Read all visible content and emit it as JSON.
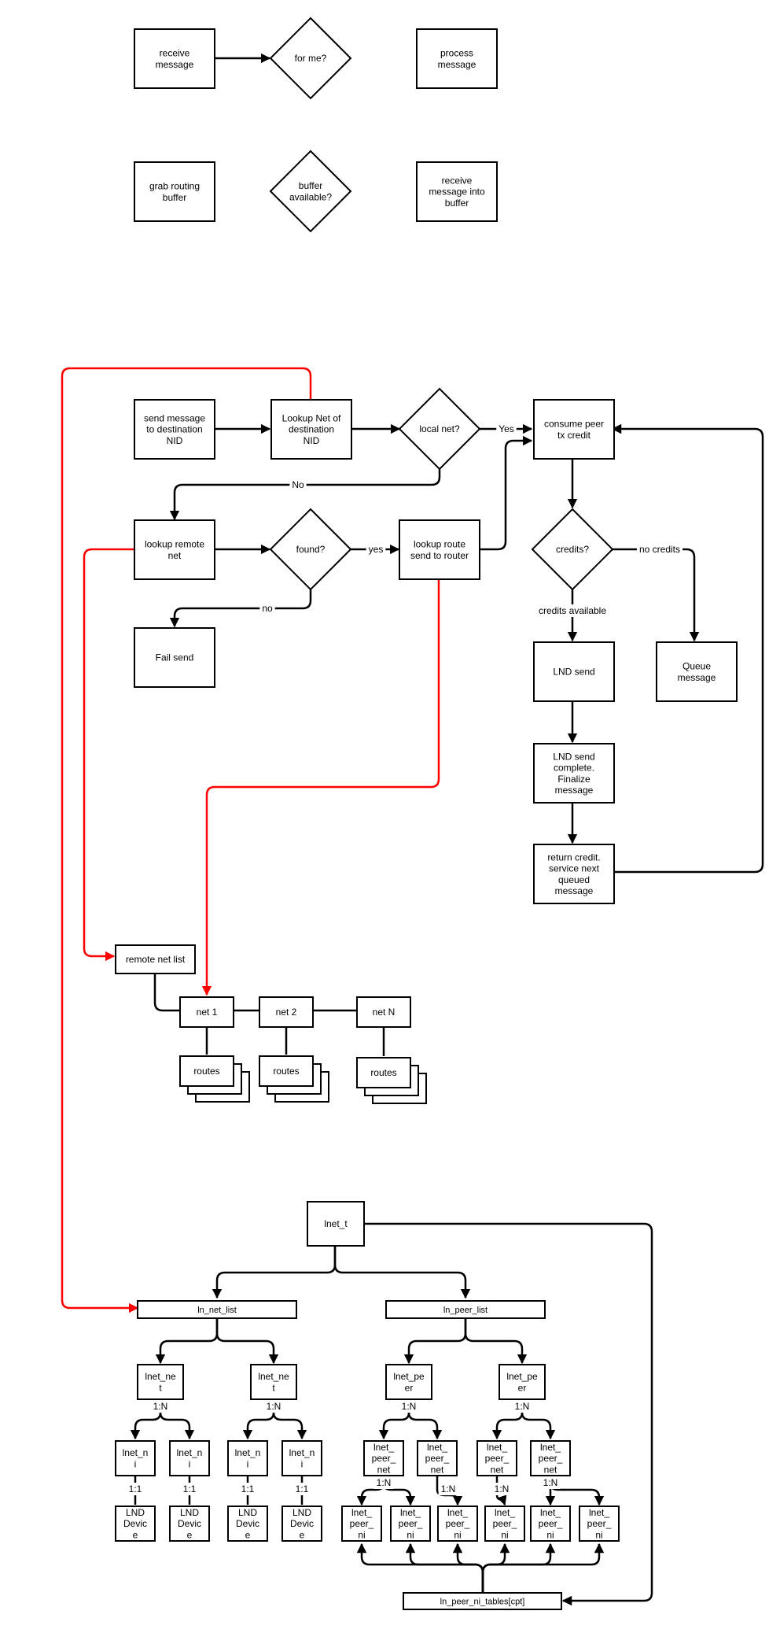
{
  "nodes": {
    "receive_message": "receive\nmessage",
    "for_me": "for me?",
    "process_message": "process\nmessage",
    "grab_routing_buffer": "grab routing\nbuffer",
    "buffer_available": "buffer\navailable?",
    "receive_into_buffer": "receive\nmessage into\nbuffer",
    "send_message": "send message\nto destination\nNID",
    "lookup_net": "Lookup Net of\ndestination\nNID",
    "local_net": "local net?",
    "consume_credit": "consume peer\ntx credit",
    "lookup_remote": "lookup remote\nnet",
    "found": "found?",
    "lookup_route": "lookup route\nsend to router",
    "credits": "credits?",
    "fail_send": "Fail send",
    "lnd_send": "LND send",
    "queue_message": "Queue\nmessage",
    "lnd_send_complete": "LND send\ncomplete.\nFinalize\nmessage",
    "return_credit": "return credit.\nservice next\nqueued\nmessage",
    "remote_net_list": "remote net list",
    "net1": "net 1",
    "net2": "net 2",
    "netN": "net N",
    "routes": "routes",
    "lnet_t": "lnet_t",
    "ln_net_list": "ln_net_list",
    "ln_peer_list": "ln_peer_list",
    "lnet_net": "lnet_ne\nt",
    "lnet_ni": "lnet_n\ni",
    "lnd_device": "LND\nDevic\ne",
    "lnet_peer": "lnet_pe\ner",
    "lnet_peer_net": "lnet_\npeer_\nnet",
    "lnet_peer_ni": "lnet_\npeer_\nni",
    "ln_peer_ni_tables": "ln_peer_ni_tables[cpt]"
  },
  "edge_labels": {
    "yes_cap": "Yes",
    "no_cap": "No",
    "yes": "yes",
    "no": "no",
    "no_credits": "no credits",
    "credits_available": "credits available",
    "one_to_n": "1:N",
    "one_to_one": "1:1"
  },
  "colors": {
    "stroke": "#000000",
    "highlight_path": "#ff0000",
    "background": "#ffffff"
  }
}
